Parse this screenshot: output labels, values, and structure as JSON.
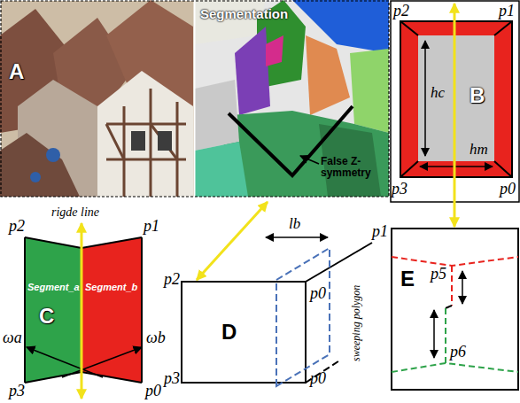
{
  "diagram": {
    "labels": [
      "A",
      "Segmentation",
      "False Z-symmetry",
      "B",
      "p2",
      "p1",
      "hc",
      "hm",
      "p3",
      "p0",
      "rigde line",
      "p2",
      "p1",
      "C",
      "Segment_a",
      "Segment_b",
      "ωa",
      "ωb",
      "p3",
      "p0",
      "D",
      "lb",
      "p1",
      "p2",
      "p0",
      "sweeping polygon",
      "p3",
      "p0",
      "E",
      "p5",
      "p6"
    ]
  }
}
